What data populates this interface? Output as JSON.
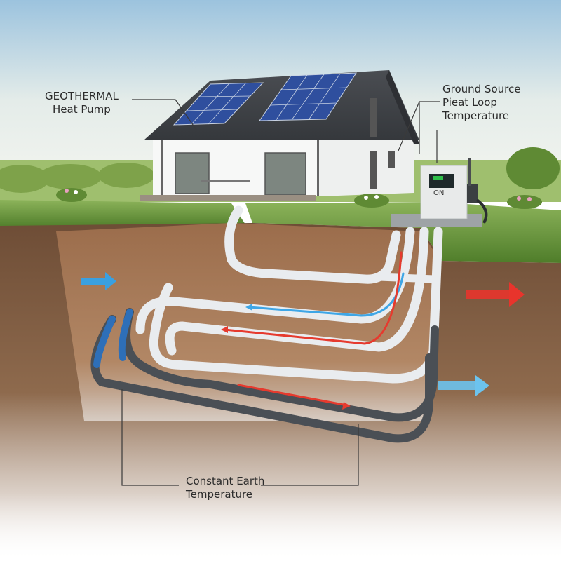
{
  "diagram": {
    "title": "Geothermal heat pump ground loop illustration",
    "labels": {
      "geothermal": {
        "line1": "GEOTHERMAL",
        "line2": "Heat Pump"
      },
      "ground_source": {
        "line1": "Ground Source",
        "line2": "Pieat Loop",
        "line3": "Temperature"
      },
      "constant_earth": {
        "line1": "Constant Earth",
        "line2": "Temperature"
      }
    },
    "heat_pump_unit": {
      "status_text": "ON",
      "display_color": "#2fbf4a"
    },
    "flow_arrows": [
      {
        "id": "left-inflow",
        "color": "#3aa0e0",
        "direction": "right"
      },
      {
        "id": "right-outflow-hot",
        "color": "#e8342c",
        "direction": "right"
      },
      {
        "id": "right-outflow-cool",
        "color": "#6cc3ee",
        "direction": "right"
      }
    ],
    "pipe_flow_colors": {
      "cold": "#3ea6e6",
      "hot": "#e63a2e"
    },
    "colors": {
      "sky_top": "#9cc3de",
      "sky_bottom": "#f2f4ef",
      "grass": "#6c9a3a",
      "soil": "#8a6448",
      "soil_light": "#b98d6a",
      "pipe_white": "#e9ecef",
      "pipe_dark": "#4a4f55",
      "roof": "#3f4246",
      "solar": "#2f4f9e",
      "house_wall": "#f7f8f7",
      "leader_line": "#3a3a3a"
    }
  }
}
